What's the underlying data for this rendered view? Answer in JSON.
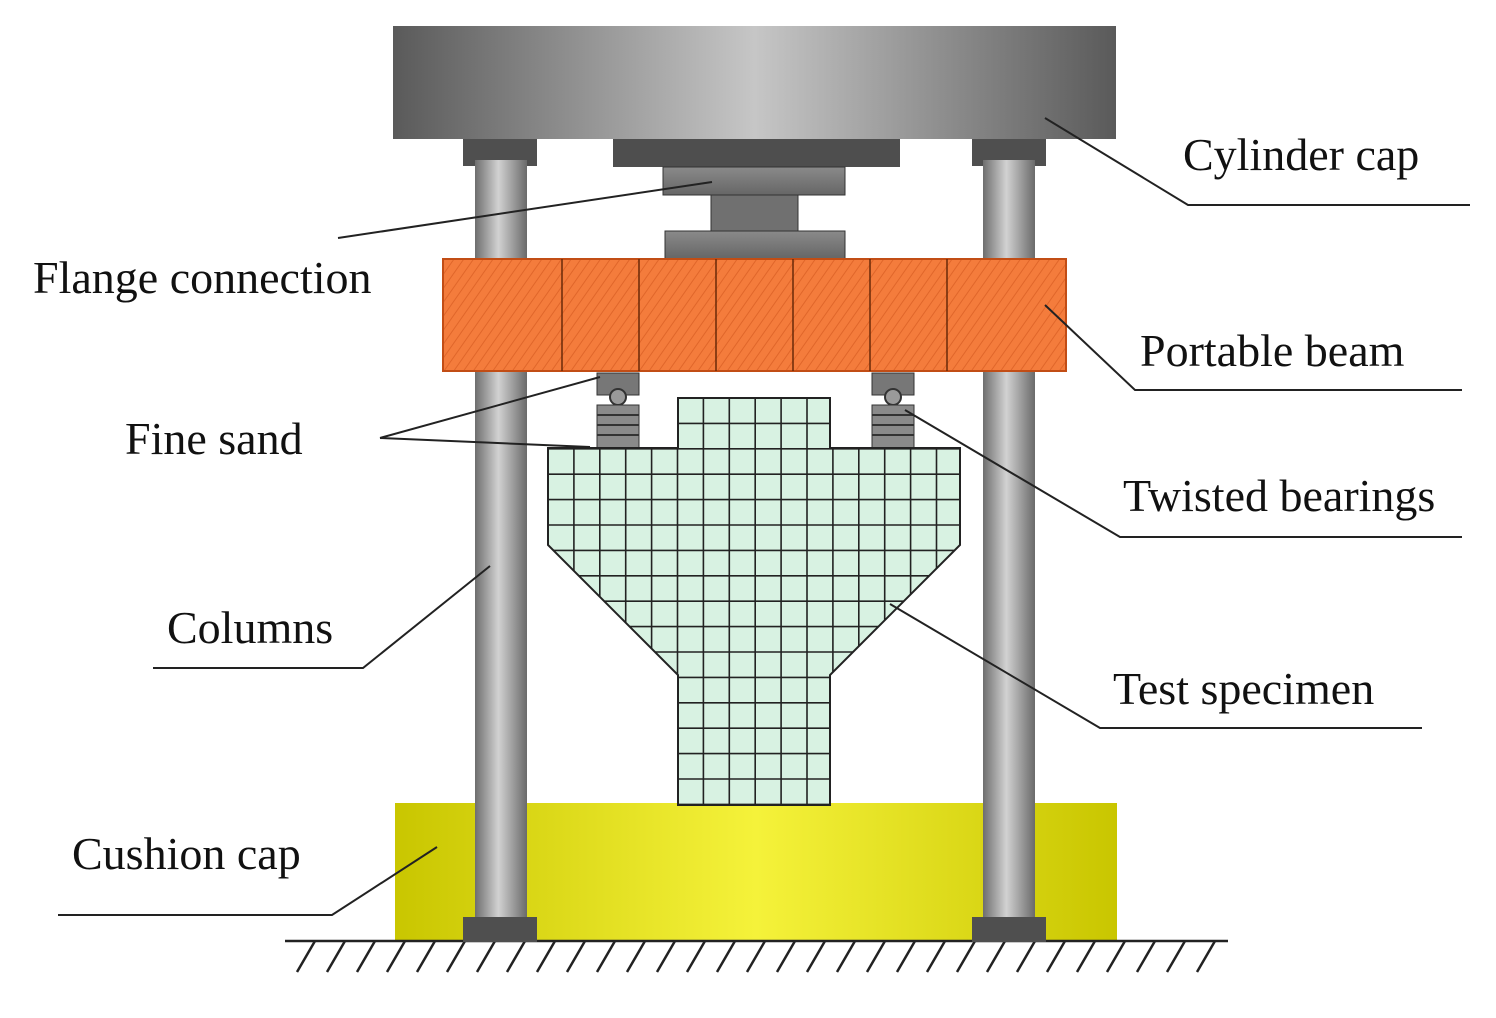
{
  "labels": {
    "cylinder_cap": "Cylinder cap",
    "flange_connection": "Flange connection",
    "portable_beam": "Portable beam",
    "fine_sand": "Fine sand",
    "twisted_bearings": "Twisted bearings",
    "columns": "Columns",
    "test_specimen": "Test specimen",
    "cushion_cap": "Cushion cap"
  },
  "colors": {
    "cylinder_cap": "#8f8f8f",
    "column": "#a9a9a9",
    "column_end": "#505050",
    "flange": "#7a7a7a",
    "portable_beam": "#f47c3c",
    "specimen_fill": "#d8f2e2",
    "specimen_grid": "#222222",
    "cushion_cap": "#e9e61a",
    "ground": "#222222",
    "leader": "#222222"
  }
}
